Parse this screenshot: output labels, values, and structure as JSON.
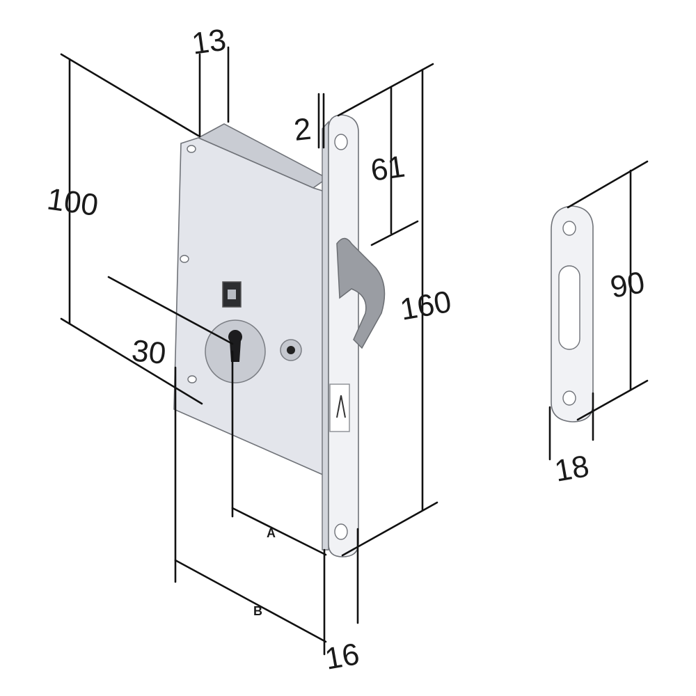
{
  "dimensions": {
    "case_thickness": "13",
    "case_height": "100",
    "backset": "30",
    "faceplate_thickness": "2",
    "hook_position": "61",
    "faceplate_length": "160",
    "faceplate_width": "16",
    "keeper_slot": "90",
    "keeper_width": "18",
    "dim_a": "A",
    "dim_b": "B"
  },
  "colors": {
    "case": "#e3e5eb",
    "case_top": "#c9ccd3",
    "faceplate": "#f1f2f5",
    "hook": "#9a9da3",
    "lines": "#111111"
  }
}
